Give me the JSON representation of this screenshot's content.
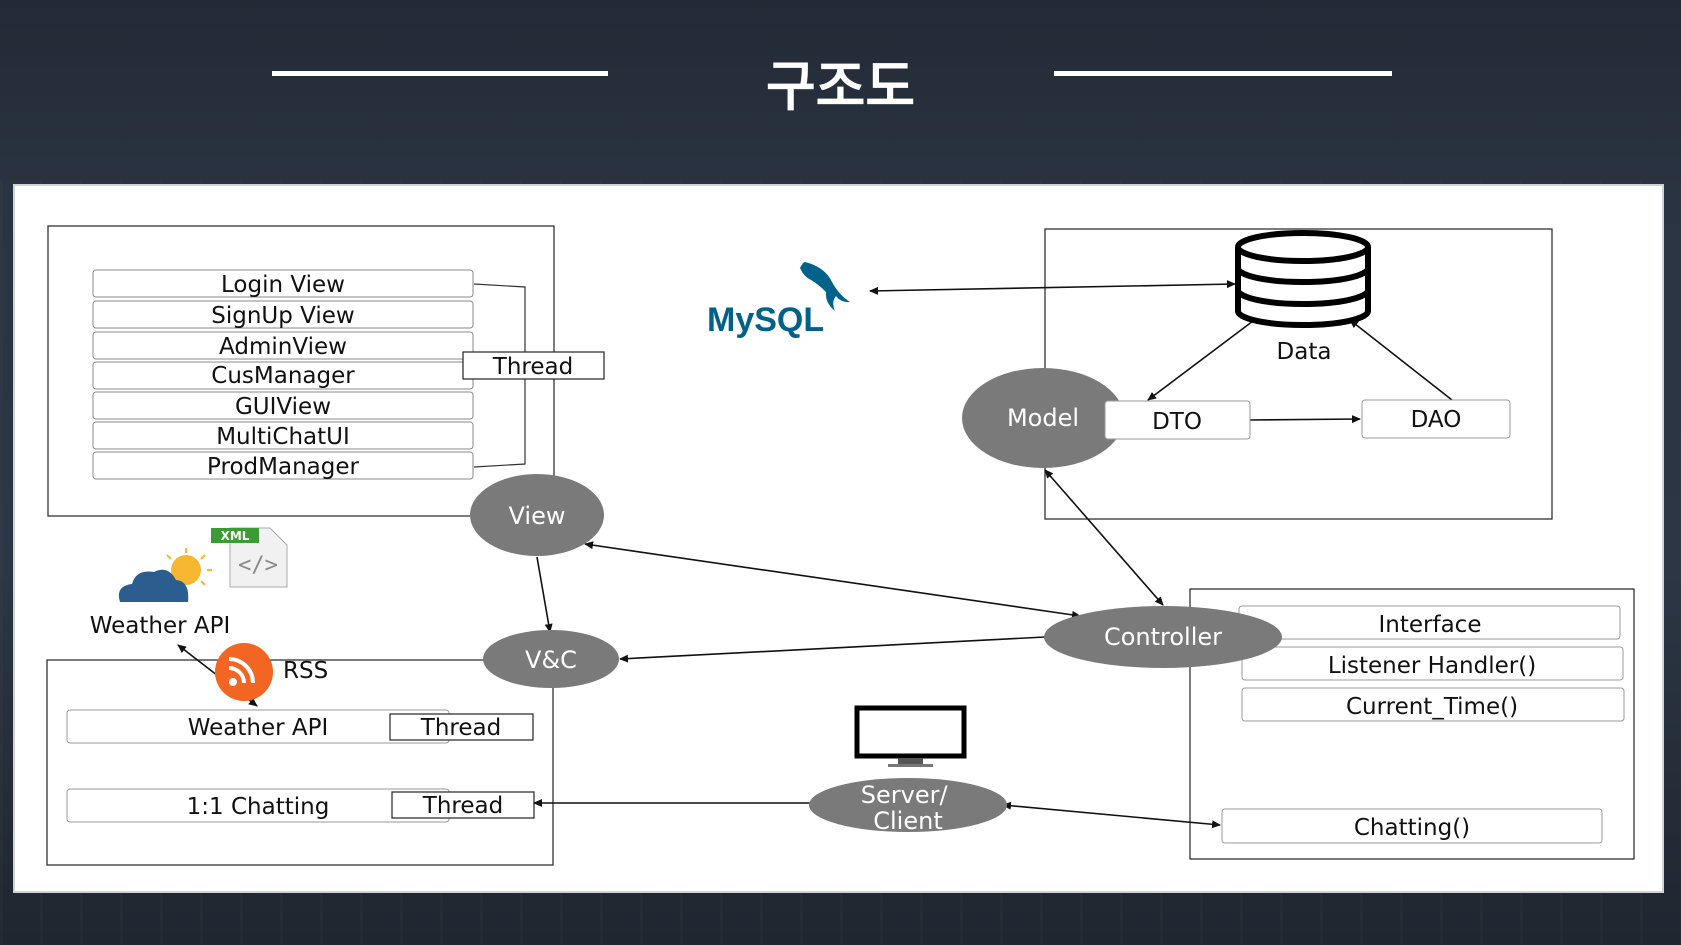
{
  "title": "구조도",
  "view_group": {
    "items": [
      "Login View",
      "SignUp View",
      "AdminView",
      "CusManager",
      "GUIView",
      "MultiChatUI",
      "ProdManager"
    ],
    "thread_label": "Thread"
  },
  "nodes": {
    "view": "View",
    "vc": "V&C",
    "controller": "Controller",
    "model": "Model",
    "server_client": "Server/\nClient",
    "data": "Data",
    "dto": "DTO",
    "dao": "DAO"
  },
  "mysql_logo": "MySQL",
  "xml_badge": "XML",
  "weather_api_label": "Weather API",
  "rss_label": "RSS",
  "vc_group": {
    "rows": [
      {
        "label": "Weather API",
        "thread": "Thread"
      },
      {
        "label": "1:1 Chatting",
        "thread": "Thread"
      }
    ]
  },
  "controller_group": {
    "items": [
      "Interface",
      "Listener Handler()",
      "Current_Time()"
    ],
    "chatting": "Chatting()"
  },
  "colors": {
    "background": "#242b37",
    "oval": "#7a7a7a",
    "mysql_blue": "#00618a",
    "mysql_orange": "#e48e00",
    "rss_orange": "#f26522",
    "cloud_blue": "#2b5d8f",
    "sun_yellow": "#f7b731"
  },
  "icons": [
    "mysql-dolphin-icon",
    "database-icon",
    "weather-cloud-sun-icon",
    "xml-file-icon",
    "rss-icon",
    "monitor-icon"
  ]
}
